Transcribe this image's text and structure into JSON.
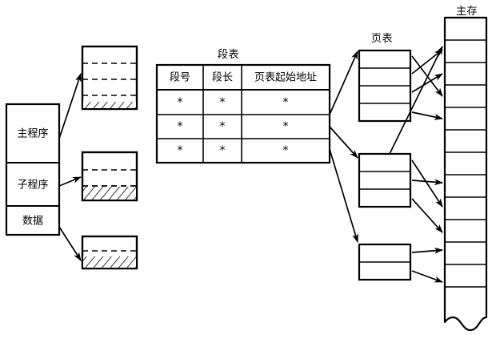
{
  "diagram": {
    "title_segment_table": "段表",
    "title_page_table": "页表",
    "title_main_memory": "主存"
  },
  "program_box": {
    "segments": [
      {
        "label": "主程序"
      },
      {
        "label": "子程序"
      },
      {
        "label": "数据"
      }
    ]
  },
  "segment_table": {
    "title": "段表",
    "headers": [
      "段号",
      "段长",
      "页表起始地址"
    ],
    "rows": [
      [
        "*",
        "*",
        "*"
      ],
      [
        "*",
        "*",
        "*"
      ],
      [
        "*",
        "*",
        "*"
      ]
    ]
  },
  "segment_blocks": [
    {
      "name": "main-program-block",
      "dashed_lines": 3,
      "hatched": true
    },
    {
      "name": "sub-program-block",
      "dashed_lines": 2,
      "hatched": true
    },
    {
      "name": "data-block",
      "dashed_lines": 1,
      "hatched": true
    }
  ],
  "page_tables": [
    {
      "name": "page-table-1",
      "rows": 4
    },
    {
      "name": "page-table-2",
      "rows": 3
    },
    {
      "name": "page-table-3",
      "rows": 2
    }
  ],
  "main_memory": {
    "title": "主存",
    "rows": 13,
    "torn_bottom": true
  },
  "colors": {
    "stroke": "#000000",
    "background": "#ffffff"
  }
}
